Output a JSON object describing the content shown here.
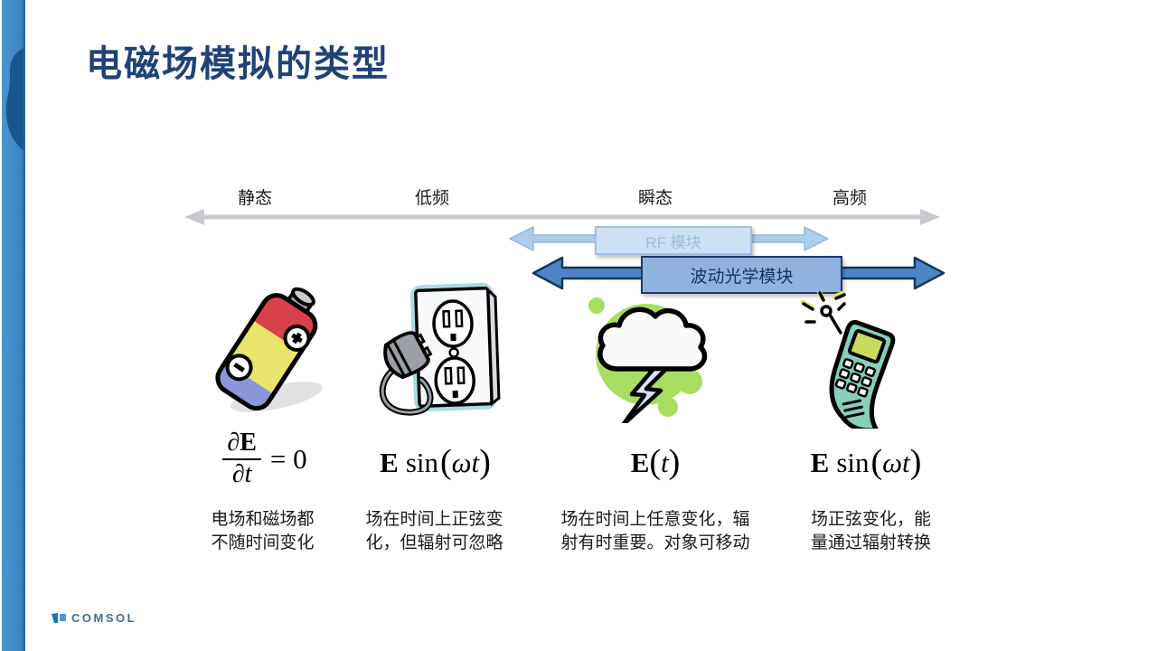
{
  "colors": {
    "title_color": "#1F4277",
    "sidebar_blue": "#3D86C8",
    "sidebar_dark": "#19558F",
    "axis_text": "#1A1A1A",
    "gray_arrow": "#C6CBD0",
    "rf_fill": "#CDE1F5",
    "rf_border": "#9FBFE3",
    "rf_text": "#A3BBD6",
    "rf_arrow": "#AECDEC",
    "wave_fill": "#8FB2DF",
    "wave_border": "#1F3864",
    "wave_text": "#16365C",
    "wave_arrow": "#4E86C5"
  },
  "slide": {
    "title": "电磁场模拟的类型",
    "axis_labels": [
      "静态",
      "低频",
      "瞬态",
      "高频"
    ],
    "modules": {
      "rf": "RF 模块",
      "wave_optics": "波动光学模块"
    },
    "columns": [
      {
        "icon": "battery-icon",
        "formula": {
          "d_num": "∂",
          "E": "E",
          "den": "∂t",
          "rhs": "= 0"
        },
        "desc1": "电场和磁场都",
        "desc2": "不随时间变化"
      },
      {
        "icon": "plug-outlet-icon",
        "formula": {
          "E": "E",
          "fn": "sin",
          "open": "(",
          "arg": "ωt",
          "close": ")"
        },
        "desc1": "场在时间上正弦变",
        "desc2": "化，但辐射可忽略"
      },
      {
        "icon": "storm-cloud-icon",
        "formula": {
          "E": "E",
          "open": "(",
          "arg": "t",
          "close": ")"
        },
        "desc1": "场在时间上任意变化，辐",
        "desc2": "射有时重要。对象可移动"
      },
      {
        "icon": "mobile-phone-icon",
        "formula": {
          "E": "E",
          "fn": "sin",
          "open": "(",
          "arg": "ωt",
          "close": ")"
        },
        "desc1": "场正弦变化，能",
        "desc2": "量通过辐射转换"
      }
    ],
    "footer": {
      "logo": "COMSOL"
    }
  }
}
